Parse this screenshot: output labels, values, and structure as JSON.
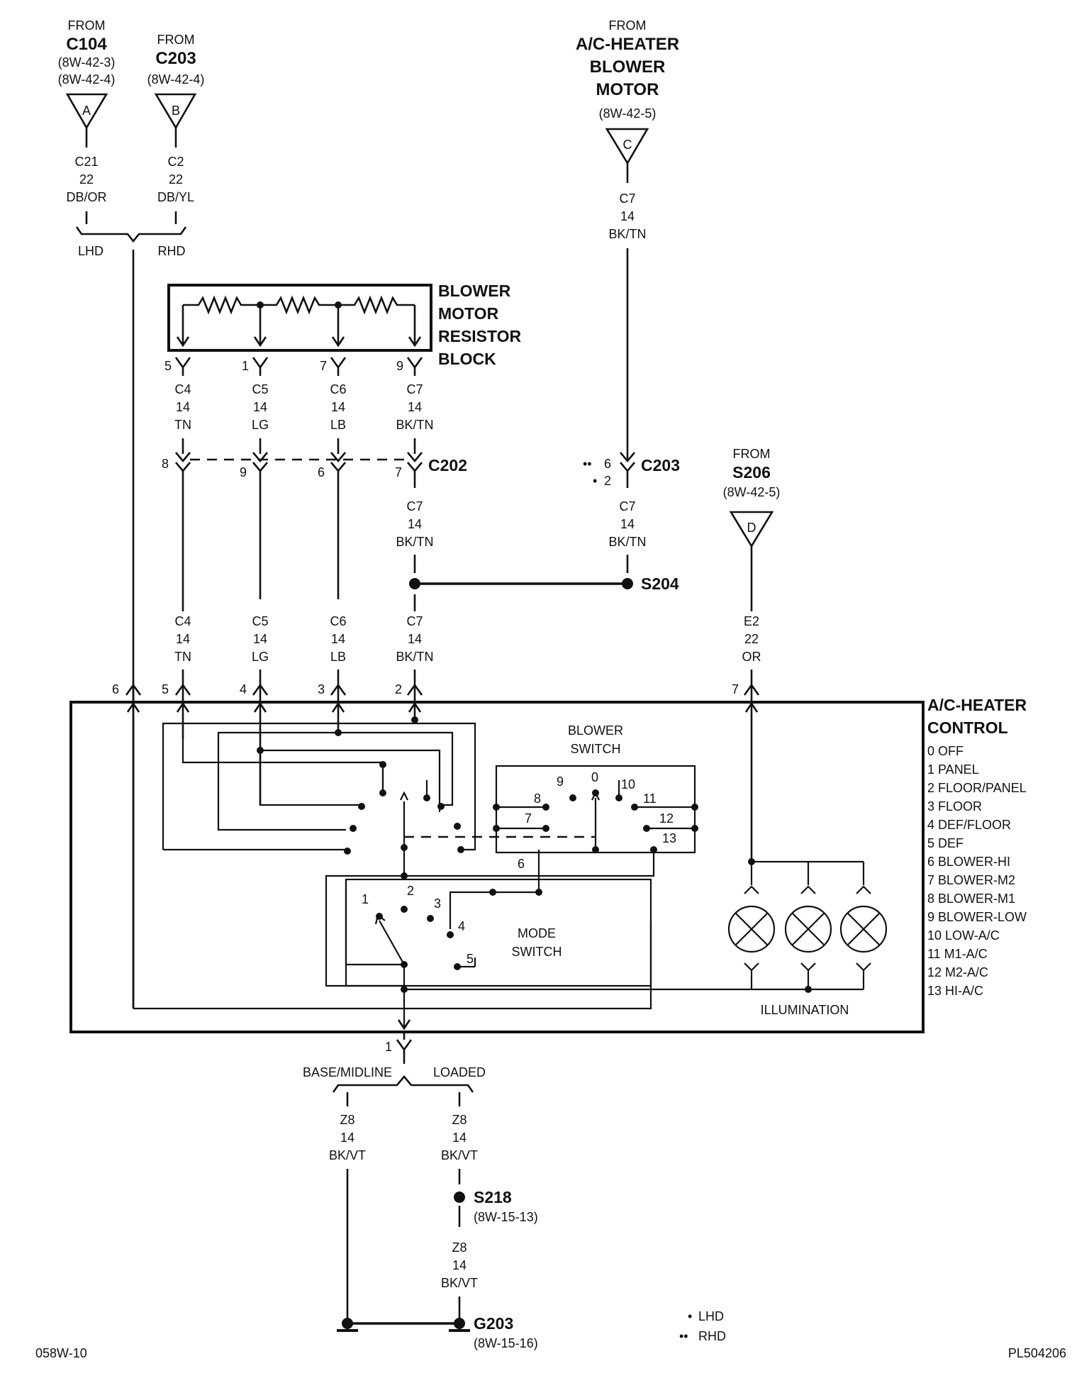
{
  "diagram_id": "058W-10",
  "plate_id": "PL504206",
  "sources": {
    "a": {
      "from": "FROM",
      "name": "C104",
      "ref1": "(8W-42-3)",
      "ref2": "(8W-42-4)",
      "letter": "A",
      "wire": "C21",
      "gauge": "22",
      "color": "DB/OR"
    },
    "b": {
      "from": "FROM",
      "name": "C203",
      "ref1": "(8W-42-4)",
      "letter": "B",
      "wire": "C2",
      "gauge": "22",
      "color": "DB/YL"
    },
    "c": {
      "from": "FROM",
      "name1": "A/C-HEATER",
      "name2": "BLOWER",
      "name3": "MOTOR",
      "ref1": "(8W-42-5)",
      "letter": "C",
      "wire": "C7",
      "gauge": "14",
      "color": "BK/TN"
    },
    "d": {
      "from": "FROM",
      "name": "S206",
      "ref1": "(8W-42-5)",
      "letter": "D",
      "wire": "E2",
      "gauge": "22",
      "color": "OR"
    }
  },
  "lhd_label": "LHD",
  "rhd_label": "RHD",
  "resistor_block": {
    "line1": "BLOWER",
    "line2": "MOTOR",
    "line3": "RESISTOR",
    "line4": "BLOCK"
  },
  "resistor_pins": [
    "5",
    "1",
    "7",
    "9"
  ],
  "resistor_wires": [
    {
      "wire": "C4",
      "gauge": "14",
      "color": "TN"
    },
    {
      "wire": "C5",
      "gauge": "14",
      "color": "LG"
    },
    {
      "wire": "C6",
      "gauge": "14",
      "color": "LB"
    },
    {
      "wire": "C7",
      "gauge": "14",
      "color": "BK/TN"
    }
  ],
  "c202": {
    "name": "C202",
    "pins": [
      "8",
      "9",
      "6",
      "7"
    ]
  },
  "c203": {
    "name": "C203",
    "pin_rhd": "6",
    "pin_lhd": "2",
    "dots_rhd": "••",
    "dots_lhd": "•"
  },
  "below_c202_wire": {
    "wire": "C7",
    "gauge": "14",
    "color": "BK/TN"
  },
  "below_c203_wire": {
    "wire": "C7",
    "gauge": "14",
    "color": "BK/TN"
  },
  "splice_s204": "S204",
  "control_wires": [
    {
      "wire": "C4",
      "gauge": "14",
      "color": "TN"
    },
    {
      "wire": "C5",
      "gauge": "14",
      "color": "LG"
    },
    {
      "wire": "C6",
      "gauge": "14",
      "color": "LB"
    },
    {
      "wire": "C7",
      "gauge": "14",
      "color": "BK/TN"
    }
  ],
  "control_pins": [
    "6",
    "5",
    "4",
    "3",
    "2",
    "7"
  ],
  "control": {
    "title1": "A/C-HEATER",
    "title2": "CONTROL",
    "legend": [
      "0  OFF",
      "1  PANEL",
      "2  FLOOR/PANEL",
      "3  FLOOR",
      "4  DEF/FLOOR",
      "5  DEF",
      "6  BLOWER-HI",
      "7  BLOWER-M2",
      "8  BLOWER-M1",
      "9  BLOWER-LOW",
      "10 LOW-A/C",
      "11 M1-A/C",
      "12 M2-A/C",
      "13 HI-A/C"
    ],
    "blower_switch1": "BLOWER",
    "blower_switch2": "SWITCH",
    "mode_switch1": "MODE",
    "mode_switch2": "SWITCH",
    "illumination": "ILLUMINATION",
    "blower_positions": [
      "9",
      "0",
      "10",
      "8",
      "11",
      "7",
      "12",
      "13",
      "6"
    ],
    "mode_positions": [
      "1",
      "2",
      "3",
      "4",
      "5"
    ]
  },
  "ground": {
    "pin": "1",
    "base_label": "BASE/MIDLINE",
    "loaded_label": "LOADED",
    "wire_base": {
      "wire": "Z8",
      "gauge": "14",
      "color": "BK/VT"
    },
    "wire_loaded": {
      "wire": "Z8",
      "gauge": "14",
      "color": "BK/VT"
    },
    "splice": "S218",
    "splice_ref": "(8W-15-13)",
    "wire_after": {
      "wire": "Z8",
      "gauge": "14",
      "color": "BK/VT"
    },
    "g_name": "G203",
    "g_ref": "(8W-15-16)"
  },
  "legend_small": {
    "lhd_dots": "•",
    "lhd": "LHD",
    "rhd_dots": "••",
    "rhd": "RHD"
  }
}
